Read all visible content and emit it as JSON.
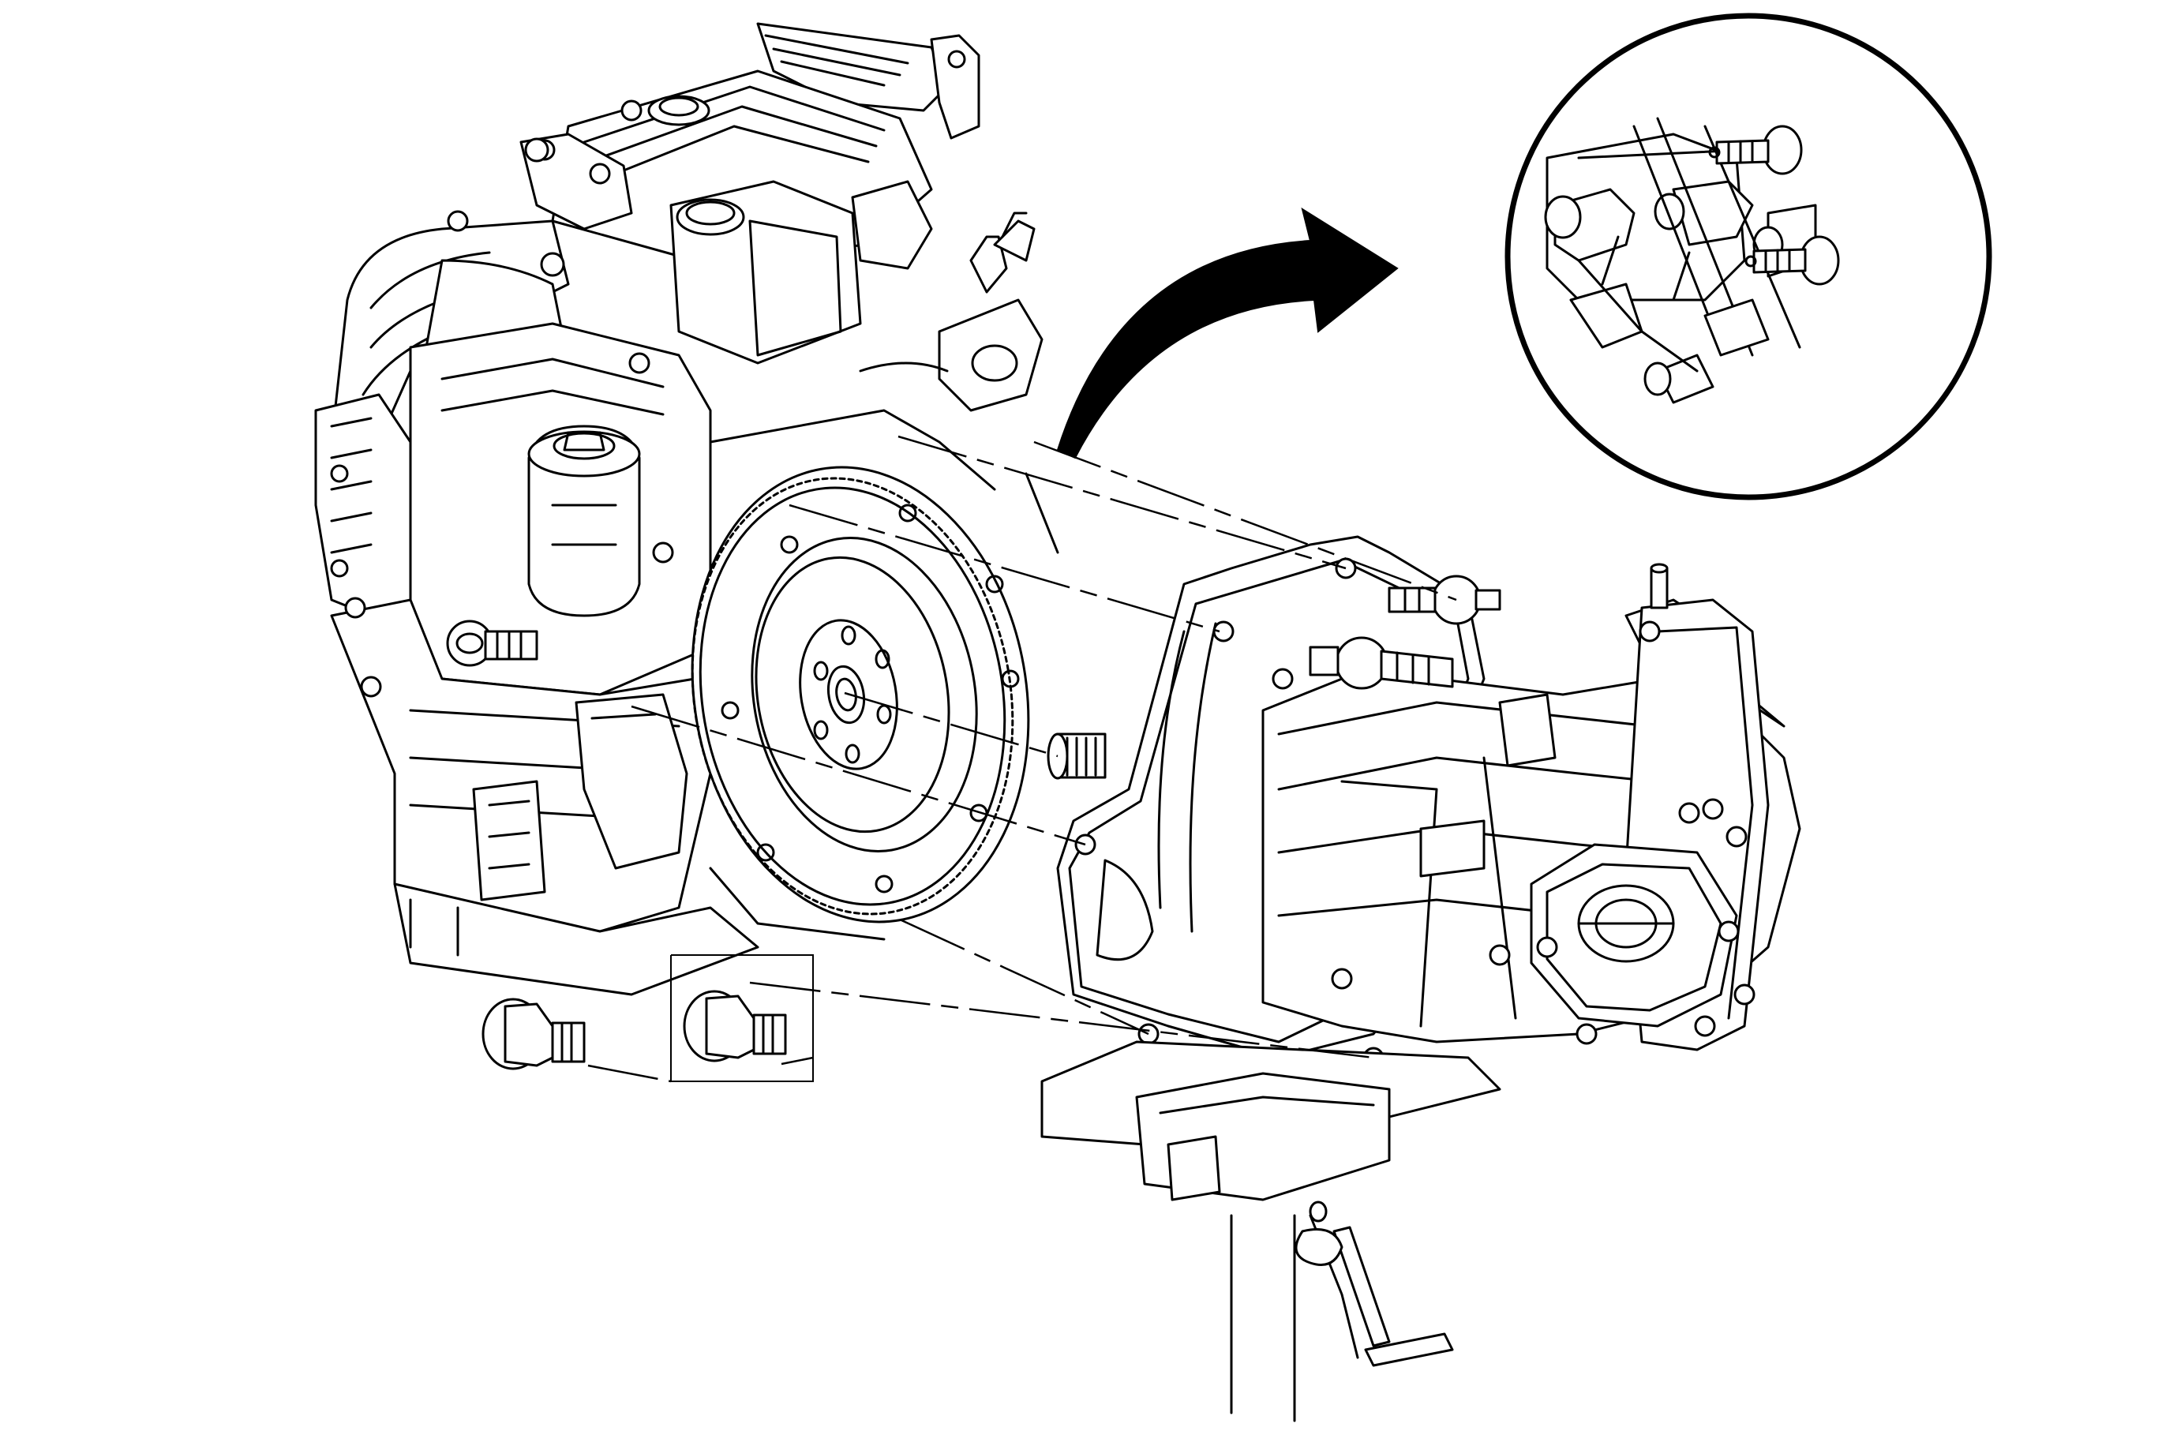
{
  "figure": {
    "components": [
      {
        "id": "engine",
        "icon": "engine-icon"
      },
      {
        "id": "flywheel",
        "icon": "flywheel-icon"
      },
      {
        "id": "transaxle",
        "icon": "transaxle-icon"
      },
      {
        "id": "transaxle-jack",
        "icon": "jack-icon"
      },
      {
        "id": "lower-bolts",
        "icon": "bolt-icon",
        "count": 2
      },
      {
        "id": "upper-bolts",
        "icon": "bolt-icon",
        "count": 2
      },
      {
        "id": "detail-view",
        "icon": "magnifier-circle-icon",
        "bolts": 2
      },
      {
        "id": "detail-arrow",
        "icon": "curved-arrow-icon"
      }
    ],
    "colors": {
      "line": "#000000",
      "background": "#ffffff"
    }
  }
}
